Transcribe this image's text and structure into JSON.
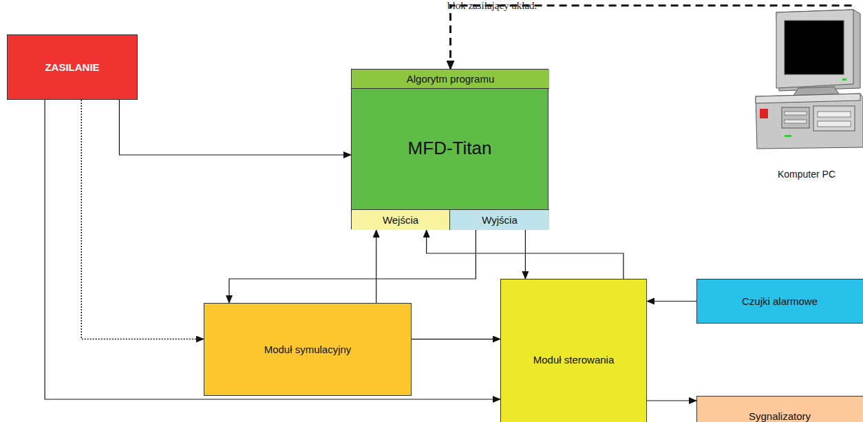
{
  "diagram": {
    "nodes": [
      {
        "text": [
          "ZASILANIE"
        ]
      },
      {
        "text": [
          "MFD-Titan"
        ]
      },
      {
        "text": [
          "Algorytm programu"
        ],
        "in": 1
      },
      {
        "text": [
          "Wejścia"
        ],
        "in": 1
      },
      {
        "text": [
          "Wyjścia"
        ],
        "in": 1
      },
      {
        "text": [
          "Komputer PC"
        ]
      },
      {
        "text": [
          "Moduł symulacyjny"
        ]
      },
      {
        "text": [
          "Moduł sterowania"
        ]
      },
      {
        "text": [
          "Czujki alarmowe"
        ]
      },
      {
        "text": [
          "Sygnalizatory"
        ]
      }
    ],
    "edges": [
      {
        "from": 5,
        "to": 2,
        "arrow": "to"
      },
      {
        "from": 0,
        "to": 1,
        "arrow": "to"
      },
      {
        "from": 0,
        "to": 6,
        "arrow": "to"
      },
      {
        "from": 0,
        "to": 7,
        "arrow": "to"
      },
      {
        "from": 4,
        "to": 6,
        "arrow": "to"
      },
      {
        "from": 6,
        "to": 3,
        "arrow": "to"
      },
      {
        "from": 7,
        "to": 3,
        "arrow": "to"
      },
      {
        "from": 4,
        "to": 7,
        "arrow": "to"
      },
      {
        "from": 6,
        "to": 7,
        "arrow": "to"
      },
      {
        "from": 8,
        "to": 7,
        "arrow": "to"
      },
      {
        "from": 7,
        "to": 9,
        "arrow": "to"
      }
    ],
    "labels": [
      "blok zasilający układ."
    ]
  }
}
